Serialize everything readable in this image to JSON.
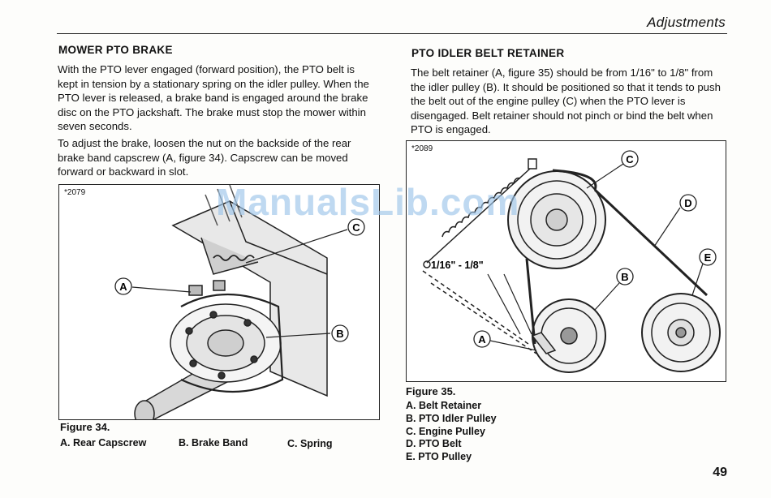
{
  "header": {
    "section": "Adjustments"
  },
  "left": {
    "title": "MOWER PTO BRAKE",
    "paragraph1": "With the PTO lever engaged (forward position), the PTO belt is kept in tension by a stationary spring on the idler pulley. When the PTO lever is released, a brake band is engaged around the brake disc on the PTO jackshaft. The brake must stop the mower within seven seconds.",
    "paragraph2": "To adjust the brake, loosen the nut on the backside of the rear brake band capscrew (A, figure 34). Capscrew can be moved forward or backward in slot.",
    "figure": {
      "code": "*2079",
      "callouts": [
        "A",
        "B",
        "C"
      ],
      "caption_title": "Figure 34.",
      "items": [
        "A. Rear Capscrew",
        "B. Brake Band",
        "C. Spring"
      ]
    }
  },
  "right": {
    "title": "PTO IDLER BELT RETAINER",
    "paragraph1": "The belt retainer (A, figure 35) should be from 1/16\" to 1/8\" from the idler pulley (B). It should be positioned so that it tends to push the belt out of the engine pulley (C) when the PTO lever is disengaged. Belt retainer should not pinch or bind the belt when PTO is engaged.",
    "figure": {
      "code": "*2089",
      "measurement": "1/16\" - 1/8\"",
      "callouts": [
        "A",
        "B",
        "C",
        "D",
        "E"
      ],
      "caption_title": "Figure 35.",
      "items": [
        "A. Belt Retainer",
        "B. PTO Idler Pulley",
        "C. Engine Pulley",
        "D. PTO Belt",
        "E. PTO Pulley"
      ]
    }
  },
  "watermark": "ManualsLib.com",
  "page_number": "49"
}
